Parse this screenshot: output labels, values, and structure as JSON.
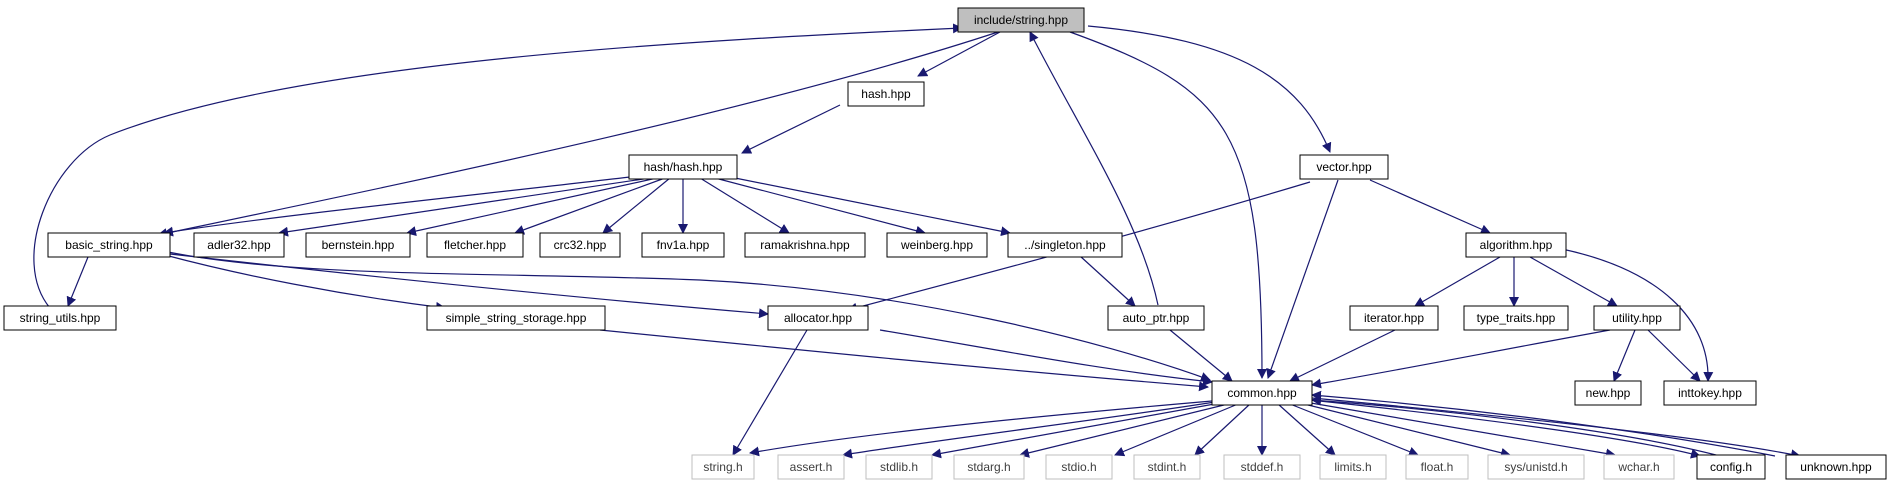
{
  "graph": {
    "nodes": {
      "string_hpp": "include/string.hpp",
      "hash_hpp": "hash.hpp",
      "hash_hash_hpp": "hash/hash.hpp",
      "vector_hpp": "vector.hpp",
      "basic_string_hpp": "basic_string.hpp",
      "adler32_hpp": "adler32.hpp",
      "bernstein_hpp": "bernstein.hpp",
      "fletcher_hpp": "fletcher.hpp",
      "crc32_hpp": "crc32.hpp",
      "fnv1a_hpp": "fnv1a.hpp",
      "ramakrishna_hpp": "ramakrishna.hpp",
      "weinberg_hpp": "weinberg.hpp",
      "singleton_hpp": "../singleton.hpp",
      "algorithm_hpp": "algorithm.hpp",
      "string_utils_hpp": "string_utils.hpp",
      "simple_string_storage_hpp": "simple_string_storage.hpp",
      "allocator_hpp": "allocator.hpp",
      "auto_ptr_hpp": "auto_ptr.hpp",
      "iterator_hpp": "iterator.hpp",
      "type_traits_hpp": "type_traits.hpp",
      "utility_hpp": "utility.hpp",
      "common_hpp": "common.hpp",
      "new_hpp": "new.hpp",
      "inttokey_hpp": "inttokey.hpp",
      "string_h": "string.h",
      "assert_h": "assert.h",
      "stdlib_h": "stdlib.h",
      "stdarg_h": "stdarg.h",
      "stdio_h": "stdio.h",
      "stdint_h": "stdint.h",
      "stddef_h": "stddef.h",
      "limits_h": "limits.h",
      "float_h": "float.h",
      "sys_unistd_h": "sys/unistd.h",
      "wchar_h": "wchar.h",
      "config_h": "config.h",
      "unknown_hpp": "unknown.hpp"
    }
  },
  "colors": {
    "edge": "#191970",
    "root_fill": "#bfbfbf",
    "node_border": "#000000",
    "external_border": "#bfbfbf",
    "external_text": "#404040"
  }
}
